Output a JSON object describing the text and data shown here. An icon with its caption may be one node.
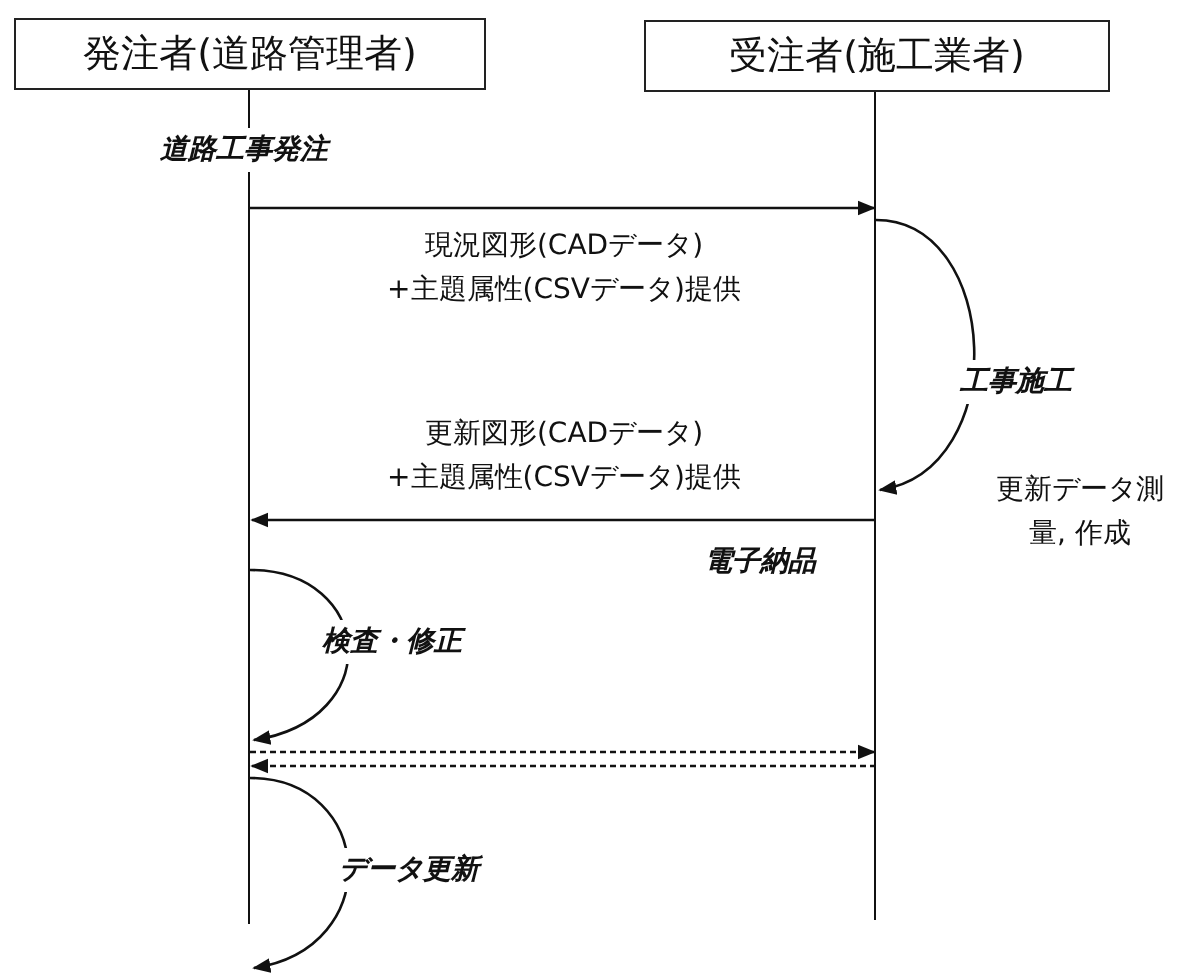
{
  "diagram": {
    "nodes": [
      {
        "text": [
          "発注者(道路管理者)"
        ]
      },
      {
        "text": [
          "受注者(施工業者)"
        ]
      }
    ],
    "edges": [
      {
        "from": 0,
        "to": 1,
        "arrow": "to",
        "label": "現況図形(CADデータ) +主題属性(CSVデータ)提供"
      },
      {
        "from": 1,
        "to": 1,
        "arrow": "to",
        "label": "工事施工"
      },
      {
        "from": 1,
        "to": 0,
        "arrow": "to",
        "label": "更新図形(CADデータ) +主題属性(CSVデータ)提供"
      },
      {
        "from": 0,
        "to": 0,
        "arrow": "to",
        "label": "検査・修正"
      },
      {
        "from": 0,
        "to": 1,
        "arrow": "to",
        "style": "dashed"
      },
      {
        "from": 1,
        "to": 0,
        "arrow": "to",
        "style": "dashed"
      },
      {
        "from": 0,
        "to": 0,
        "arrow": "to",
        "label": "データ更新"
      }
    ],
    "labels": [
      "道路工事発注",
      "電子納品",
      "更新データ測量, 作成"
    ]
  }
}
